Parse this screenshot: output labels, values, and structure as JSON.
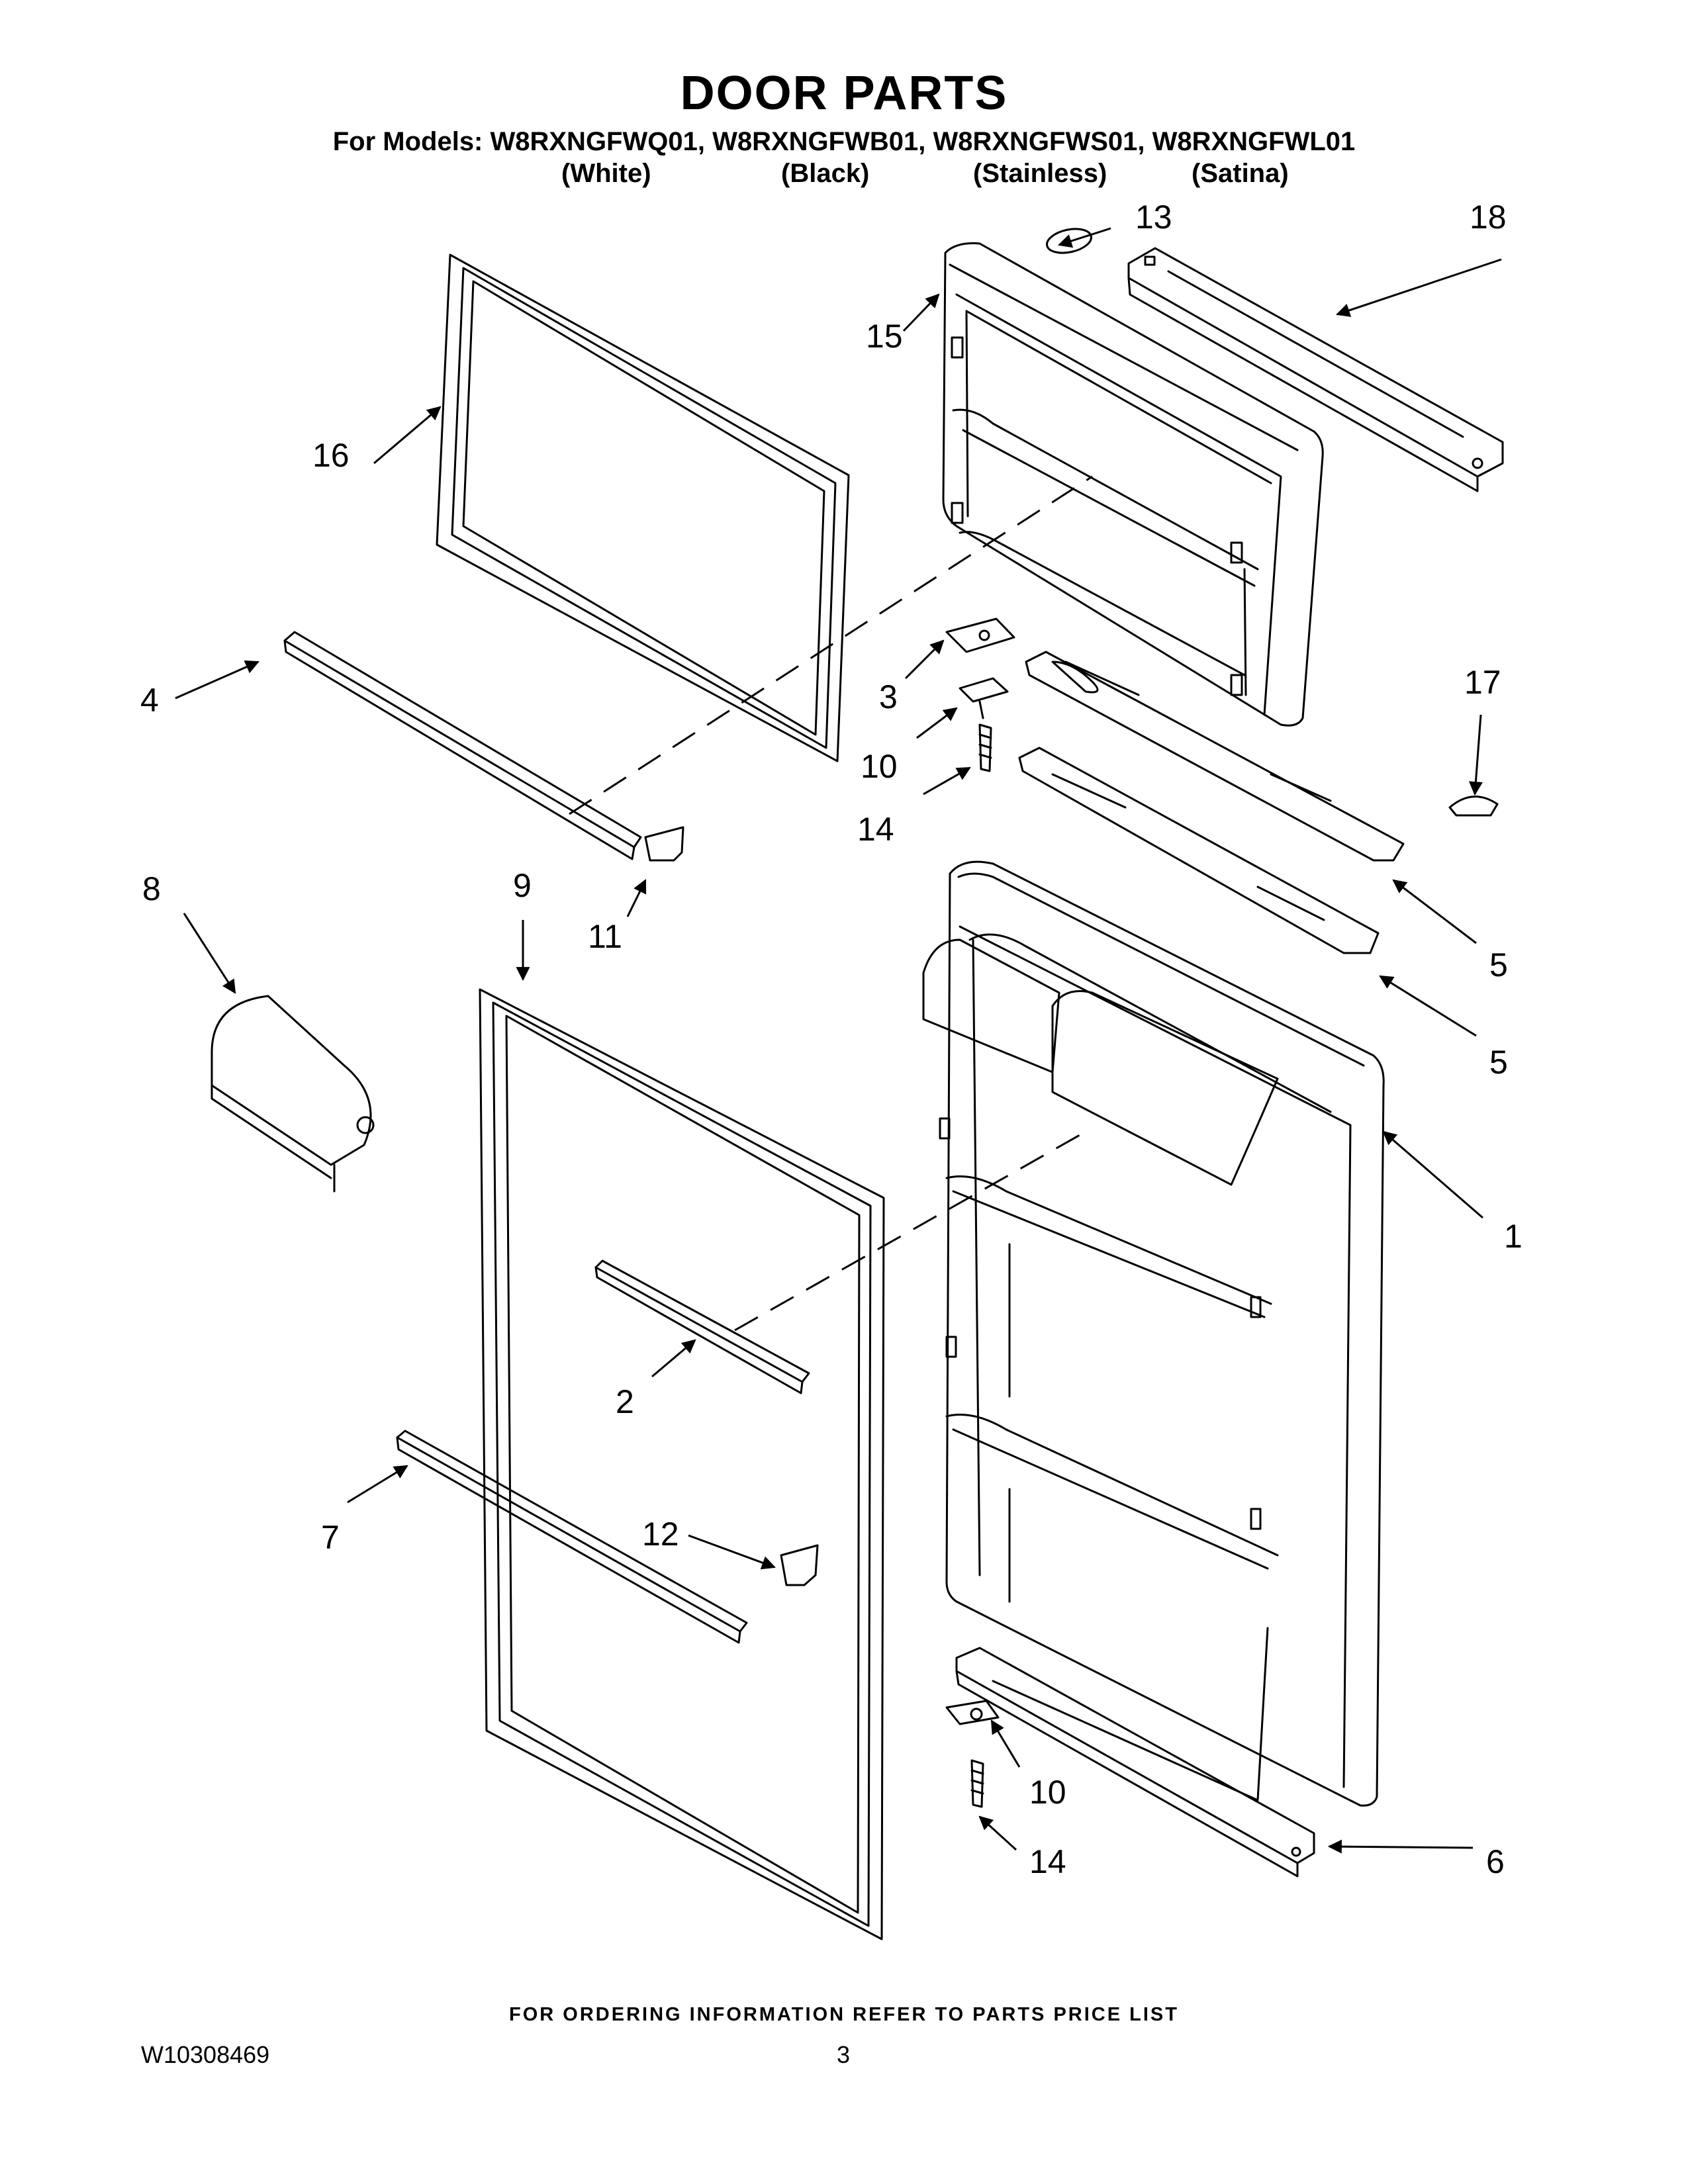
{
  "header": {
    "title": "DOOR PARTS",
    "models_line": "For Models: W8RXNGFWQ01, W8RXNGFWB01, W8RXNGFWS01, W8RXNGFWL01",
    "variants": [
      "(White)",
      "(Black)",
      "(Stainless)",
      "(Satina)"
    ]
  },
  "callouts": {
    "c1": "1",
    "c2": "2",
    "c3": "3",
    "c4": "4",
    "c5a": "5",
    "c5b": "5",
    "c6": "6",
    "c7": "7",
    "c8": "8",
    "c9": "9",
    "c10a": "10",
    "c10b": "10",
    "c11": "11",
    "c12": "12",
    "c13": "13",
    "c14a": "14",
    "c14b": "14",
    "c15": "15",
    "c16": "16",
    "c17": "17",
    "c18": "18"
  },
  "footer": {
    "ordering_note": "FOR ORDERING INFORMATION REFER TO PARTS PRICE LIST",
    "document_number": "W10308469",
    "page_number": "3"
  }
}
